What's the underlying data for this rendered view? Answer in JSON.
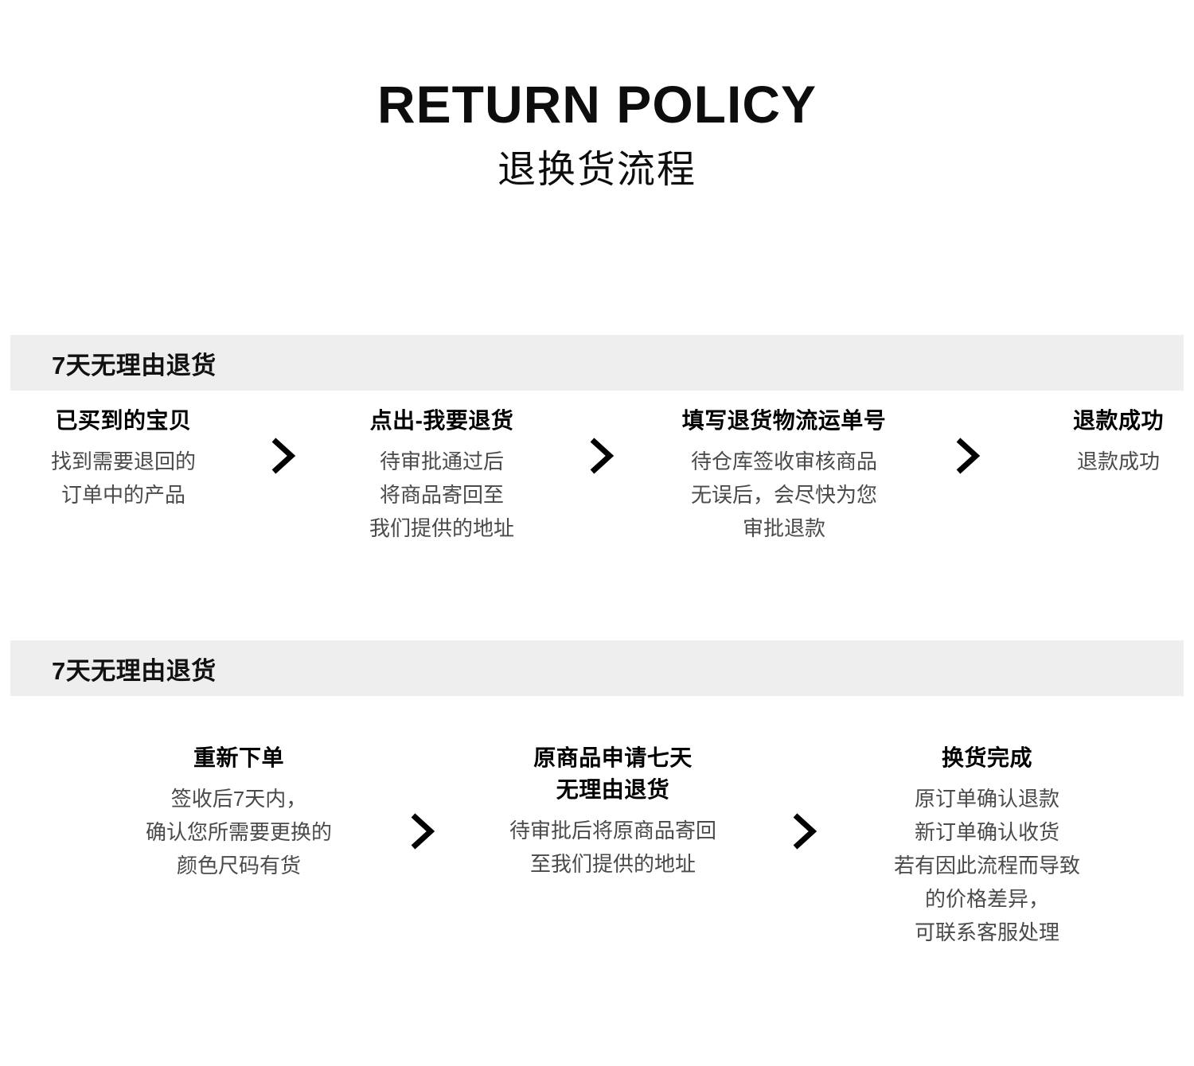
{
  "header": {
    "title_en": "RETURN POLICY",
    "title_cn": "退换货流程"
  },
  "colors": {
    "band_bg": "#eeeeee",
    "title": "#0d0d0d",
    "desc": "#4a4a4a",
    "chevron": "#000000"
  },
  "sections": [
    {
      "band_label": "7天无理由退货",
      "steps": [
        {
          "title": "已买到的宝贝",
          "desc": "找到需要退回的\n订单中的产品"
        },
        {
          "title": "点出-我要退货",
          "desc": "待审批通过后\n将商品寄回至\n我们提供的地址"
        },
        {
          "title": "填写退货物流运单号",
          "desc": "待仓库签收审核商品\n无误后，会尽快为您\n审批退款"
        },
        {
          "title": "退款成功",
          "desc": "退款成功"
        }
      ],
      "chevron_icon": "chevron-right-icon"
    },
    {
      "band_label": "7天无理由退货",
      "steps": [
        {
          "title": "重新下单",
          "desc": "签收后7天内，\n确认您所需要更换的\n颜色尺码有货"
        },
        {
          "title": "原商品申请七天\n无理由退货",
          "desc": "待审批后将原商品寄回\n至我们提供的地址"
        },
        {
          "title": "换货完成",
          "desc": "原订单确认退款\n新订单确认收货\n若有因此流程而导致\n的价格差异，\n可联系客服处理"
        }
      ],
      "chevron_icon": "chevron-right-icon"
    }
  ]
}
